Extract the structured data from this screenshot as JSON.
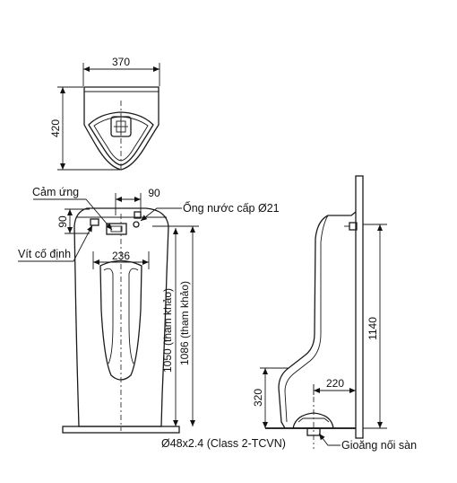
{
  "top_view": {
    "width_dim": "370",
    "depth_dim": "420"
  },
  "front_view": {
    "sensor_label": "Cảm ứng",
    "offset_top": "90",
    "pipe_label": "Ống nước cấp Ø21",
    "left_offset": "90",
    "screw_label": "Vít cố định",
    "inner_width": "236",
    "height_a": "1050 (tham khảo)",
    "height_b": "1086 (tham khảo)",
    "drain_label": "Ø48x2.4 (Class 2-TCVN)"
  },
  "side_view": {
    "total_height": "1140",
    "drain_offset": "220",
    "drain_height": "320",
    "seal_label": "Gioăng nối sàn"
  }
}
